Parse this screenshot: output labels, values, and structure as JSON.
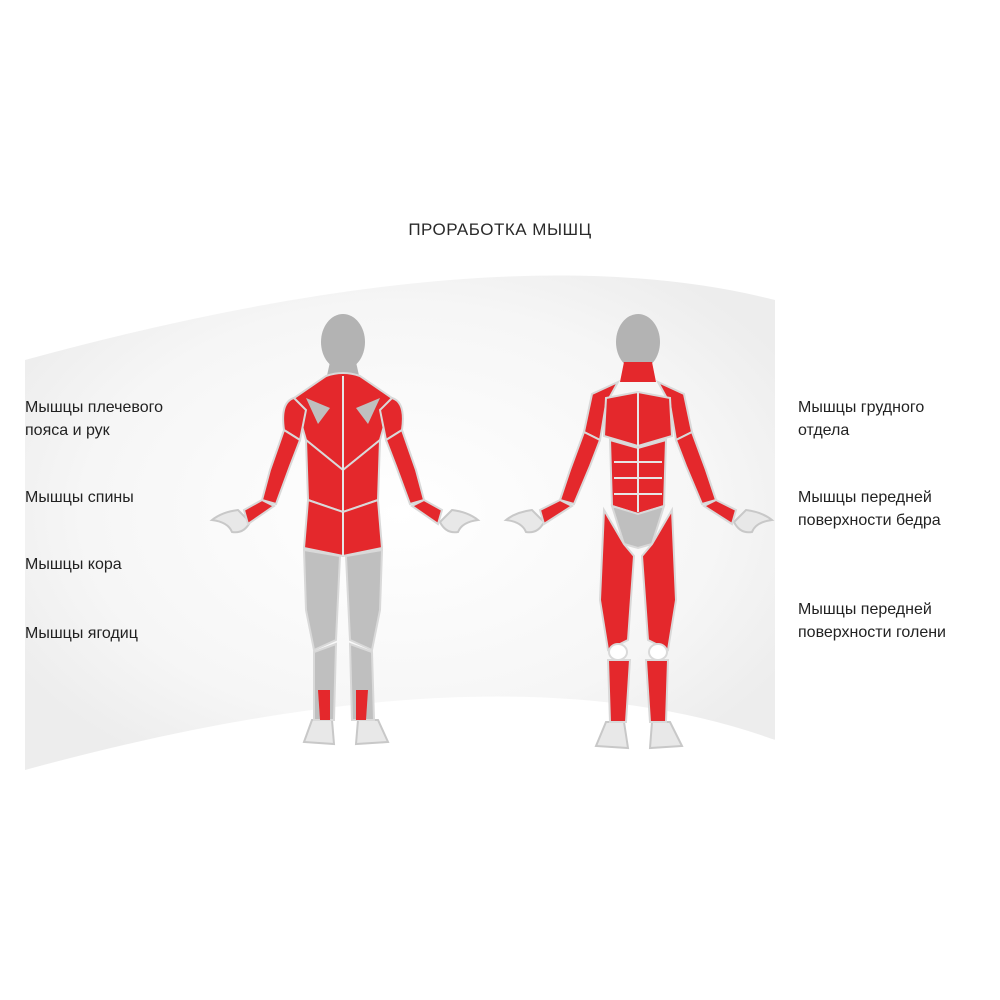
{
  "title": "ПРОРАБОТКА МЫШЦ",
  "colors": {
    "muscle_active": "#e4282c",
    "muscle_inactive": "#bfbfbf",
    "outline": "#c8c8c8",
    "head": "#b3b3b3",
    "backdrop": "#f3f3f3"
  },
  "figures": [
    {
      "view": "back",
      "labels_side": "left"
    },
    {
      "view": "front",
      "labels_side": "right"
    }
  ],
  "labels_left": [
    "Мышцы плечевого\nпояса и рук",
    "Мышцы спины",
    "Мышцы кора",
    "Мышцы ягодиц"
  ],
  "labels_right": [
    "Мышцы грудного\nотдела",
    "Мышцы передней\nповерхности бедра",
    "Мышцы передней\nповерхности голени"
  ]
}
